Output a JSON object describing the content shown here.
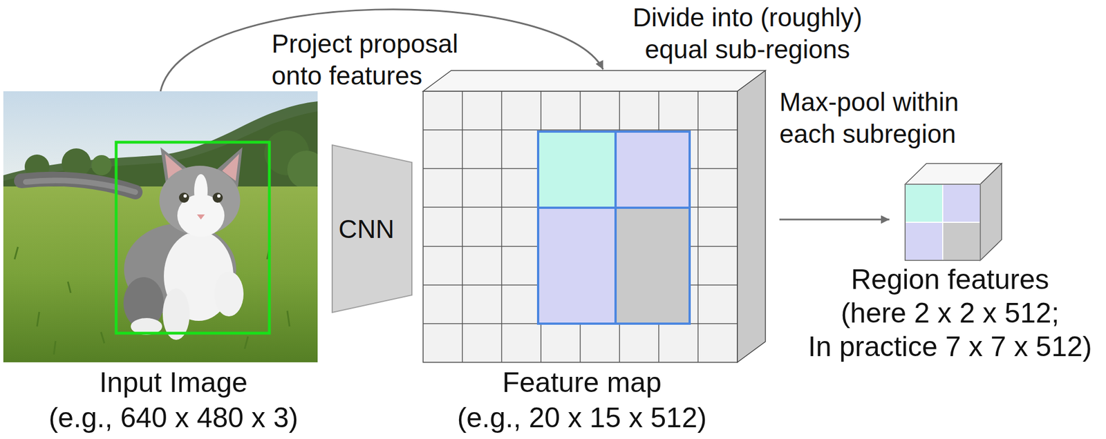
{
  "diagram": {
    "nodes": [
      {
        "text": [
          "Input Image",
          "(e.g., 640 x 480 x 3)"
        ]
      },
      {
        "text": [
          "CNN"
        ]
      },
      {
        "text": [
          "Feature map",
          "(e.g., 20 x 15 x 512)"
        ]
      },
      {
        "text": [
          "Region features",
          "(here 2 x 2 x 512;",
          "In practice 7 x 7 x 512)"
        ]
      }
    ],
    "edges": [
      {
        "from": 0,
        "to": 2,
        "arrow": "to",
        "label": "Project proposal onto features"
      },
      {
        "from": 2,
        "to": 3,
        "arrow": "to"
      }
    ],
    "labels": [
      "Divide into (roughly) equal sub-regions",
      "Max-pool within each subregion"
    ]
  }
}
